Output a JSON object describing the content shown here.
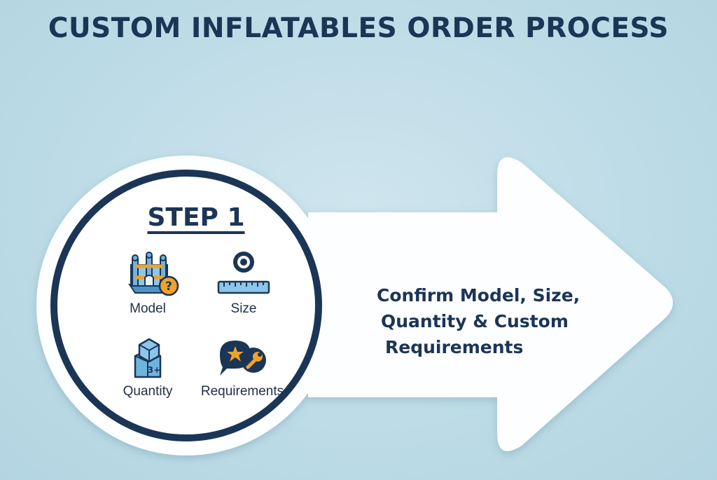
{
  "title": "CUSTOM INFLATABLES ORDER PROCESS",
  "step": {
    "label": "STEP 1",
    "items": [
      {
        "label": "Model",
        "icon": "bounce-house-question-icon"
      },
      {
        "label": "Size",
        "icon": "ruler-measure-icon"
      },
      {
        "label": "Quantity",
        "icon": "stacked-boxes-icon"
      },
      {
        "label": "Requirements",
        "icon": "chat-star-wrench-icon"
      }
    ]
  },
  "arrow": {
    "lines": [
      "Confirm Model, Size,",
      "Quantity & Custom",
      "Requirements"
    ]
  },
  "colors": {
    "navy": "#1b3556",
    "accent_orange": "#f0a22a",
    "icon_blue": "#6fb4dd",
    "background": "#bcdbe6"
  }
}
